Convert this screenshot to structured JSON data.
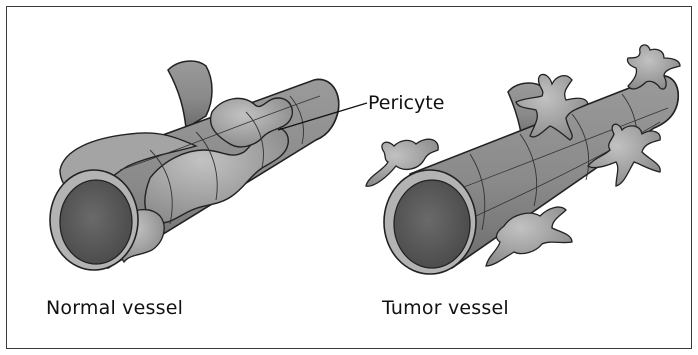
{
  "labels": {
    "pericyte": "Pericyte",
    "normal": "Normal vessel",
    "tumor": "Tumor vessel"
  },
  "colors": {
    "vessel_fill": "#8e8e8e",
    "vessel_dark": "#6f6f6f",
    "vessel_rim": "#a9a9a9",
    "lumen": "#5a5a5a",
    "pericyte": "#9d9d9d",
    "outline": "#222222",
    "border": "#3a3a3a"
  }
}
